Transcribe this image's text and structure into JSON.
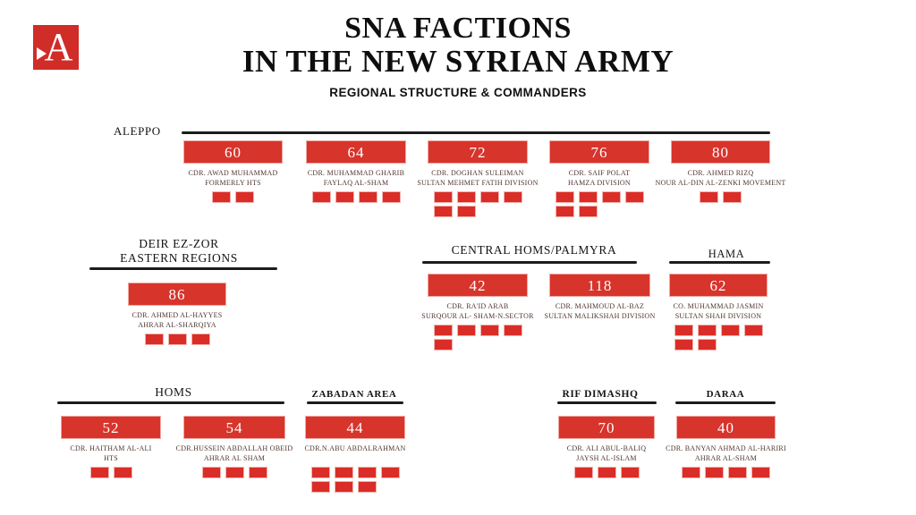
{
  "logo": {
    "letter": "A"
  },
  "header": {
    "title_line1": "SNA FACTIONS",
    "title_line2": "IN THE NEW SYRIAN ARMY",
    "subtitle": "REGIONAL STRUCTURE & COMMANDERS"
  },
  "colors": {
    "red": "#d7342c",
    "red_border": "#f0a8a2",
    "text_dark": "#50362f",
    "rule_black": "#1c1c1c"
  },
  "sections": [
    {
      "id": "aleppo",
      "label_lines": [
        "ALEPPO"
      ],
      "units": [
        {
          "id": "u60",
          "number": "60",
          "commander": "CDR. AWAD MUHAMMAD",
          "faction": "FORMERLY HTS",
          "square_rows": [
            2
          ]
        },
        {
          "id": "u64",
          "number": "64",
          "commander": "CDR. MUHAMMAD GHARIB",
          "faction": "FAYLAQ AL-SHAM",
          "square_rows": [
            4
          ]
        },
        {
          "id": "u72",
          "number": "72",
          "commander": "CDR. DOGHAN SULEIMAN",
          "faction": "SULTAN MEHMET FATIH DIVISION",
          "square_rows": [
            4,
            2
          ]
        },
        {
          "id": "u76",
          "number": "76",
          "commander": "CDR. SAIF POLAT",
          "faction": "HAMZA DIVISION",
          "square_rows": [
            4,
            2
          ]
        },
        {
          "id": "u80",
          "number": "80",
          "commander": "CDR. AHMED RIZQ",
          "faction": "NOUR AL-DIN AL-ZENKI MOVEMENT",
          "square_rows": [
            2
          ]
        }
      ]
    },
    {
      "id": "deir",
      "label_lines": [
        "DEIR EZ-ZOR",
        "EASTERN REGIONS"
      ],
      "units": [
        {
          "id": "u86",
          "number": "86",
          "commander": "CDR. AHMED AL-HAYYES",
          "faction": "AHRAR AL-SHARQIYA",
          "square_rows": [
            3
          ]
        }
      ]
    },
    {
      "id": "central",
      "label_lines": [
        "CENTRAL HOMS/PALMYRA"
      ],
      "units": [
        {
          "id": "u42",
          "number": "42",
          "commander": "CDR. RA'ID ARAB",
          "faction": "SURQOUR AL- SHAM-N.SECTOR",
          "square_rows": [
            4,
            1
          ]
        },
        {
          "id": "u118",
          "number": "118",
          "commander": "CDR. MAHMOUD AL-BAZ",
          "faction": "SULTAN MALIKSHAH DIVISION",
          "square_rows": []
        }
      ]
    },
    {
      "id": "hama",
      "label_lines": [
        "HAMA"
      ],
      "units": [
        {
          "id": "u62",
          "number": "62",
          "commander": "CO. MUHAMMAD JASMIN",
          "faction": "SULTAN SHAH DIVISION",
          "square_rows": [
            4,
            2
          ]
        }
      ]
    },
    {
      "id": "homs",
      "label_lines": [
        "HOMS"
      ],
      "units": [
        {
          "id": "u52",
          "number": "52",
          "commander": "CDR. HAITHAM AL-ALI",
          "faction": "HTS",
          "square_rows": [
            2
          ]
        },
        {
          "id": "u54",
          "number": "54",
          "commander": "CDR.HUSSEIN ABDALLAH OBEID",
          "faction": "AHRAR AL SHAM",
          "square_rows": [
            3
          ]
        }
      ]
    },
    {
      "id": "zabadan",
      "label_lines": [
        "ZABADAN AREA"
      ],
      "units": [
        {
          "id": "u44",
          "number": "44",
          "commander": "CDR.N.ABU ABDALRAHMAN",
          "faction": "",
          "square_rows": [
            4,
            3
          ]
        }
      ]
    },
    {
      "id": "rif",
      "label_lines": [
        "RIF DIMASHQ"
      ],
      "units": [
        {
          "id": "u70",
          "number": "70",
          "commander": "CDR. ALI ABUL-BALIQ",
          "faction": "JAYSH AL-ISLAM",
          "square_rows": [
            3
          ]
        }
      ]
    },
    {
      "id": "daraa",
      "label_lines": [
        "DARAA"
      ],
      "units": [
        {
          "id": "u40",
          "number": "40",
          "commander": "CDR. BANYAN AHMAD AL-HARIRI",
          "faction": "AHRAR AL-SHAM",
          "square_rows": [
            4
          ]
        }
      ]
    }
  ]
}
